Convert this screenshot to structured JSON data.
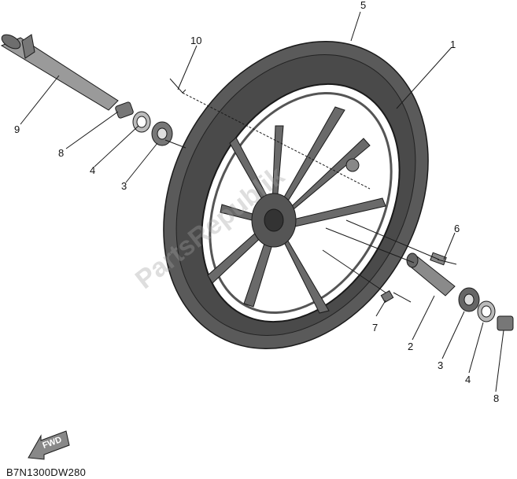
{
  "diagram": {
    "part_code": "B7N1300DW280",
    "fwd_label": "FWD",
    "watermark": "PartsRepublik",
    "callouts": [
      "1",
      "2",
      "3",
      "3",
      "4",
      "4",
      "5",
      "6",
      "7",
      "8",
      "8",
      "9",
      "10"
    ]
  },
  "colors": {
    "line": "#1a1a1a",
    "tire": "#5a5a5a",
    "shade": "#8a8a8a",
    "paper": "#ffffff"
  }
}
